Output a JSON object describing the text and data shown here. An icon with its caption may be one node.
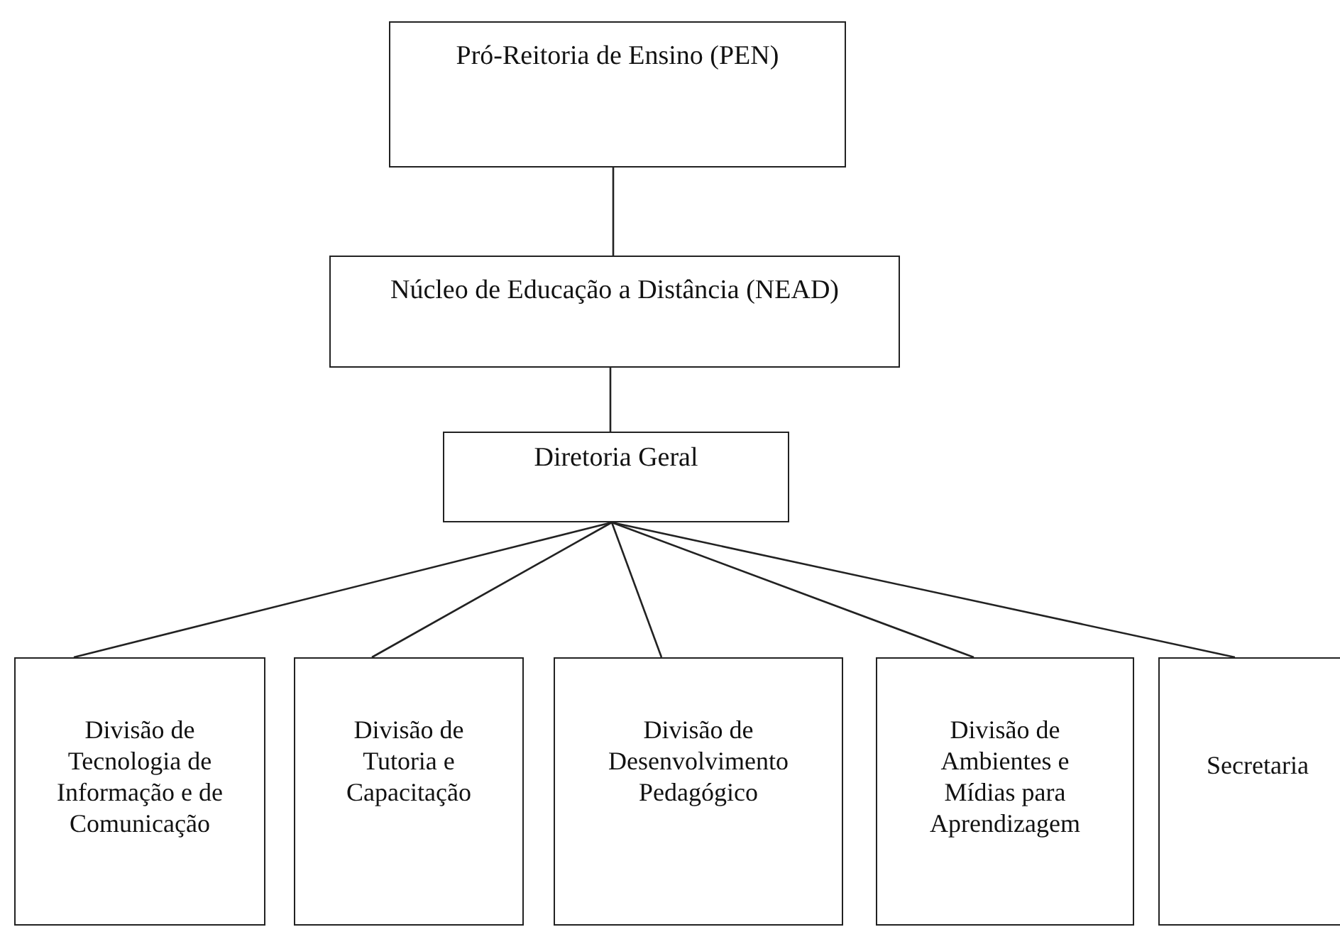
{
  "diagram": {
    "nodes": [
      {
        "text": [
          "Pró-Reitoria de Ensino (PEN)"
        ]
      },
      {
        "text": [
          "Núcleo de Educação a Distância (NEAD)"
        ]
      },
      {
        "text": [
          "Diretoria Geral"
        ]
      },
      {
        "text": [
          "Divisão de Tecnologia de Informação e de Comunicação"
        ]
      },
      {
        "text": [
          "Divisão de Tutoria e Capacitação"
        ]
      },
      {
        "text": [
          "Divisão de Desenvolvimento Pedagógico"
        ]
      },
      {
        "text": [
          "Divisão de Ambientes e Mídias para Aprendizagem"
        ]
      },
      {
        "text": [
          "Secretaria"
        ]
      }
    ],
    "edges": [
      {
        "from": 0,
        "to": 1,
        "arrow": "none"
      },
      {
        "from": 1,
        "to": 2,
        "arrow": "none"
      },
      {
        "from": 2,
        "to": 3,
        "arrow": "none"
      },
      {
        "from": 2,
        "to": 4,
        "arrow": "none"
      },
      {
        "from": 2,
        "to": 5,
        "arrow": "none"
      },
      {
        "from": 2,
        "to": 6,
        "arrow": "none"
      },
      {
        "from": 2,
        "to": 7,
        "arrow": "none"
      }
    ]
  }
}
